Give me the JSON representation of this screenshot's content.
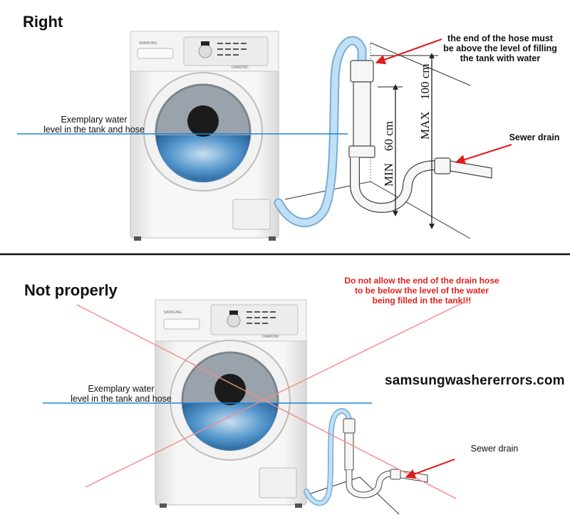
{
  "right_section": {
    "heading": "Right",
    "water_level_label": "Exemplary water\nlevel in the tank and hose",
    "hose_end_note": "the end of the hose must\nbe above the level of filling\nthe tank with water",
    "sewer_label": "Sewer drain",
    "dim_min": "MIN",
    "dim_60": "60 cm",
    "dim_max": "MAX",
    "dim_100": "100 cm"
  },
  "wrong_section": {
    "heading": "Not properly",
    "warning": "Do not allow the end of the drain hose\nto be below the level of the water\nbeing filled in the tank!!!",
    "water_level_label": "Exemplary water\nlevel in the tank and hose",
    "sewer_label": "Sewer drain"
  },
  "website": "samsungwashererrors.com",
  "brand": "SAMSUNG",
  "model": "DIAMOND",
  "colors": {
    "water_line": "#1a86d8",
    "cross": "#f08c8c",
    "arrow": "#e01b1b",
    "warning_text": "#e0201b",
    "hose": "#8cc2e8"
  }
}
